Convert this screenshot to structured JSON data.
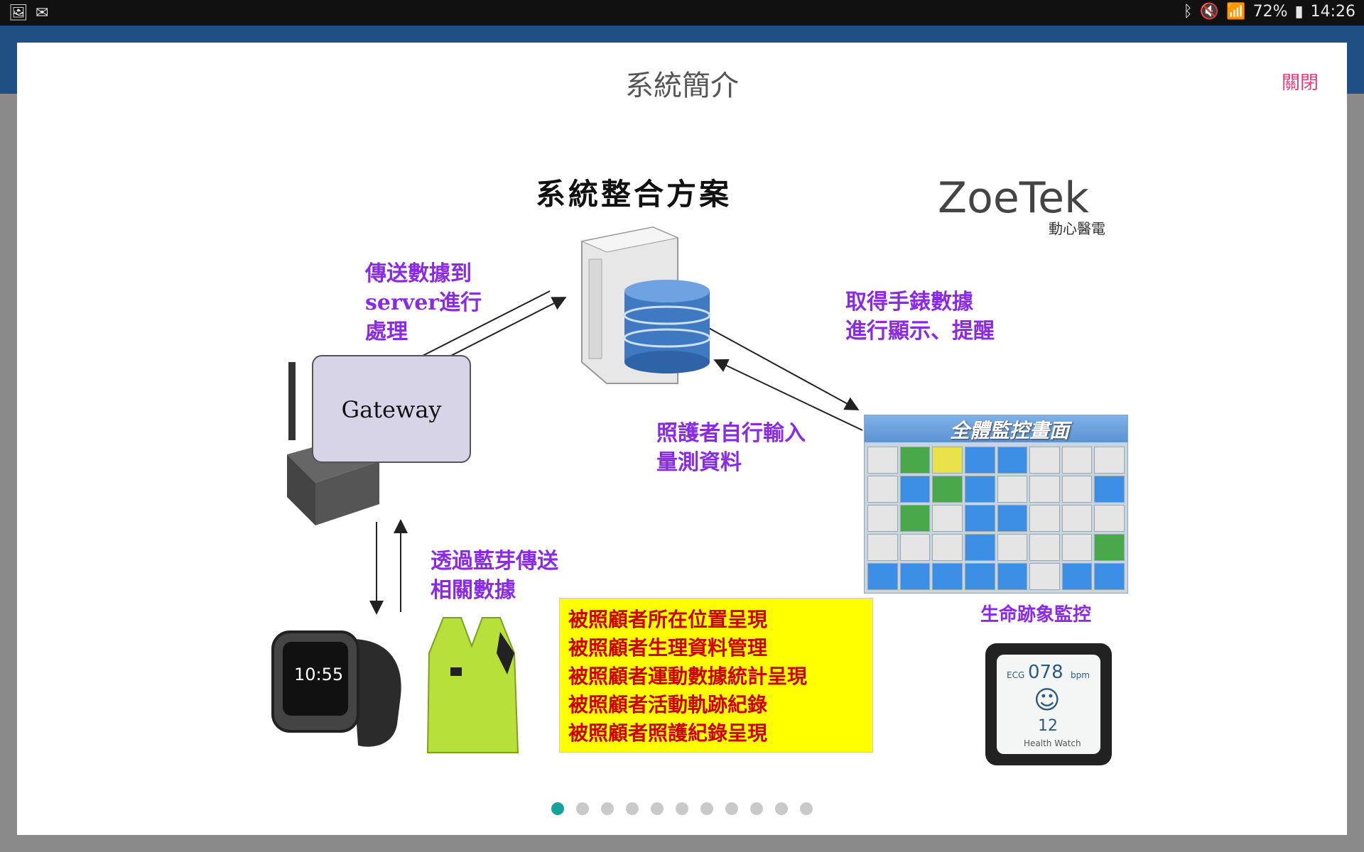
{
  "status_bar": {
    "battery": "72%",
    "time": "14:26"
  },
  "dialog": {
    "title": "系統簡介",
    "close_label": "關閉"
  },
  "slide": {
    "title": "系統整合方案",
    "logo_text": "ZoeTek",
    "logo_sub": "動心醫電",
    "label_server": [
      "傳送數據到",
      "server進行",
      "處理"
    ],
    "label_watch_data": [
      "取得手錶數據",
      "進行顯示、提醒"
    ],
    "label_caregiver": [
      "照護者自行輸入",
      "量測資料"
    ],
    "label_bluetooth": [
      "透過藍芽傳送",
      "相關數據"
    ],
    "gateway_label": "Gateway",
    "monitor_title": "全體監控畫面",
    "vital_label": "生命跡象監控",
    "watch_time": "10:55",
    "health_watch": {
      "ecg": "ECG",
      "bpm_value": "078",
      "bpm_unit": "bpm",
      "count": "12",
      "caption": "Health Watch"
    },
    "features": [
      "被照顧者所在位置呈現",
      "被照顧者生理資料管理",
      "被照顧者運動數據統計呈現",
      "被照顧者活動軌跡紀錄",
      "被照顧者照護紀錄呈現"
    ]
  },
  "pager": {
    "total": 11,
    "active_index": 0
  },
  "colors": {
    "accent": "#19a29a",
    "close": "#e0407b",
    "label_purple": "#8a2be2",
    "feature_red": "#cc0000",
    "highlight_yellow": "#ffff00"
  }
}
